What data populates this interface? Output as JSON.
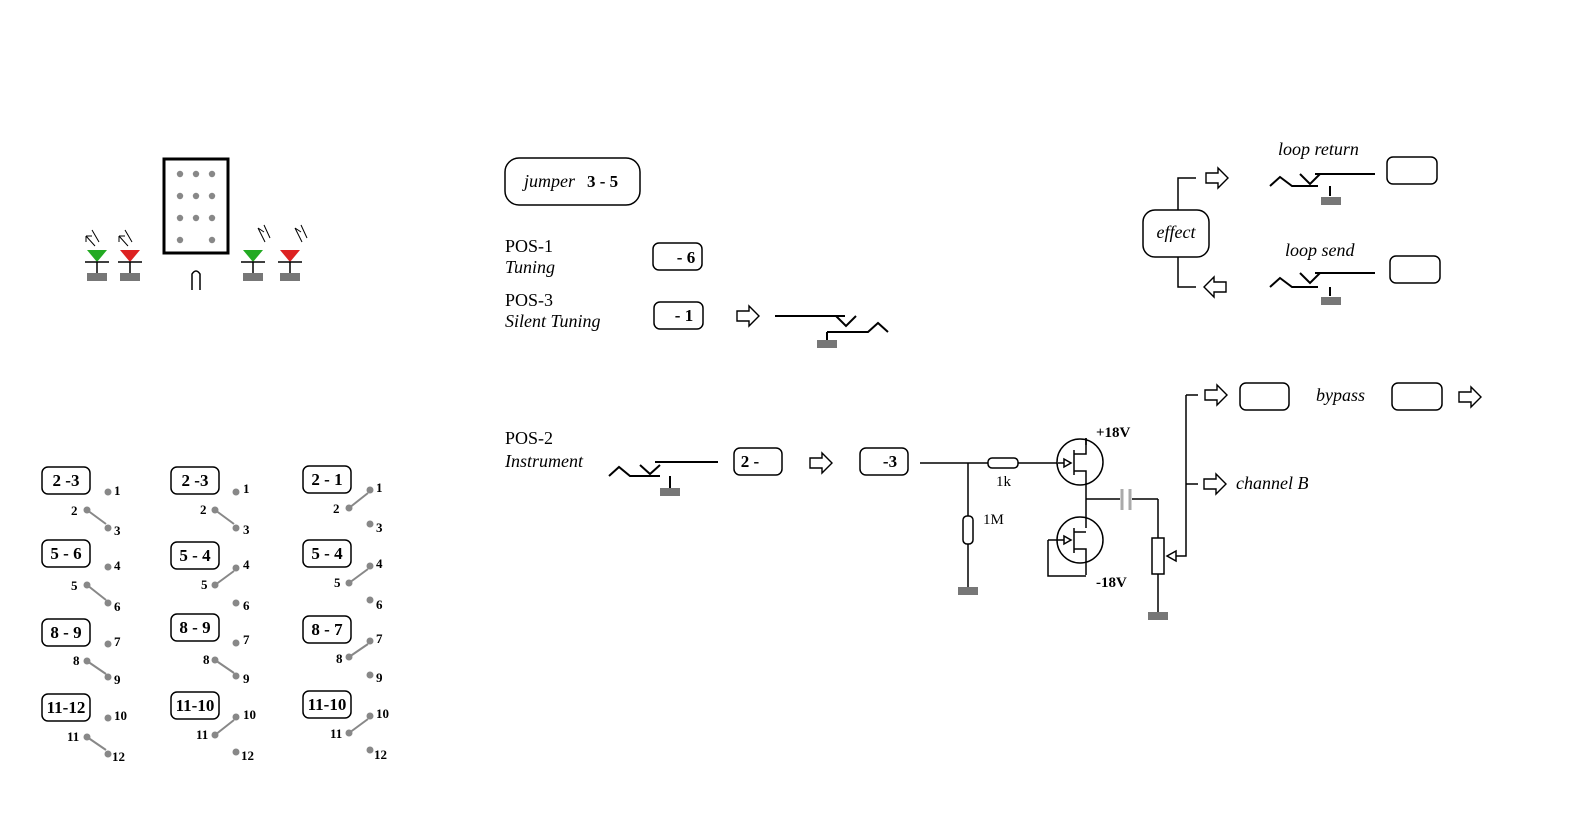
{
  "labels": {
    "jumper_prefix": "jumper",
    "jumper_value": "3 - 5",
    "pos1": "POS-1",
    "pos1_sub": "Tuning",
    "pos1_box": "- 6",
    "pos3": "POS-3",
    "pos3_sub": "Silent Tuning",
    "pos3_box": "- 1",
    "pos2": "POS-2",
    "pos2_sub": "Instrument",
    "pos2_box_a": "2 -",
    "pos2_box_b": "-3",
    "loop_return": "loop return",
    "loop_send": "loop send",
    "effect": "effect",
    "bypass": "bypass",
    "channel_b": "channel B",
    "resistor_series": "1k",
    "resistor_shunt": "1M",
    "supply_pos": "+18V",
    "supply_neg": "-18V"
  },
  "switch_columns": [
    {
      "labels": [
        "2 -3",
        "5 - 6",
        "8 - 9",
        "11-12"
      ]
    },
    {
      "labels": [
        "2 -3",
        "5 - 4",
        "8 - 9",
        "11-10"
      ]
    },
    {
      "labels": [
        "2 - 1",
        "5 - 4",
        "8 - 7",
        "11-10"
      ]
    }
  ],
  "pin_numbers": {
    "g1": [
      "1",
      "2",
      "3"
    ],
    "g2": [
      "4",
      "5",
      "6"
    ],
    "g3": [
      "7",
      "8",
      "9"
    ],
    "g4": [
      "10",
      "11",
      "12"
    ]
  },
  "led_colors": {
    "green": "#22aa22",
    "red": "#dd2222",
    "ground": "#777777",
    "dot": "#888888"
  }
}
